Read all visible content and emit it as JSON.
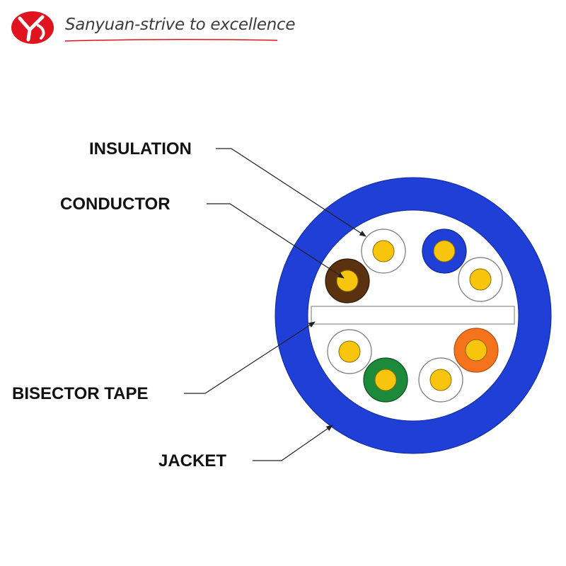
{
  "brand": {
    "text": "Sanyuan-strive to excellence",
    "logo_color": "#e0141e",
    "text_color": "#3d3d3d"
  },
  "labels": {
    "insulation": "INSULATION",
    "conductor": "CONDUCTOR",
    "bisector_tape": "BISECTOR TAPE",
    "jacket": "JACKET"
  },
  "colors": {
    "jacket": "#1f3fd6",
    "conductor": "#f7c50e",
    "wire_brown": "#5b3210",
    "wire_blue": "#1f3fd6",
    "wire_green": "#1c8a3a",
    "wire_orange": "#f5731c",
    "wire_white": "#ffffff"
  },
  "wires": [
    {
      "name": "white-brown",
      "insulation": "#ffffff"
    },
    {
      "name": "blue",
      "insulation": "#1f3fd6"
    },
    {
      "name": "brown",
      "insulation": "#5b3210"
    },
    {
      "name": "white-blue",
      "insulation": "#ffffff"
    },
    {
      "name": "white-green",
      "insulation": "#ffffff"
    },
    {
      "name": "orange",
      "insulation": "#f5731c"
    },
    {
      "name": "green",
      "insulation": "#1c8a3a"
    },
    {
      "name": "white-orange",
      "insulation": "#ffffff"
    }
  ]
}
